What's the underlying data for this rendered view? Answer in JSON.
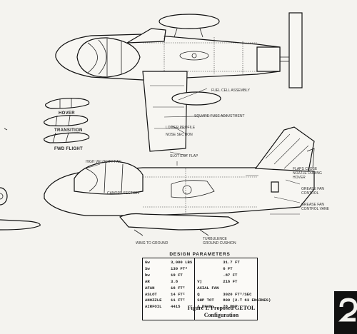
{
  "airfoil_sections": {
    "hover": "HOVER",
    "transition": "TRANSITION",
    "fwd_flight": "FWD FLIGHT"
  },
  "design_parameters": {
    "title": "DESIGN PARAMETERS",
    "left_column": [
      {
        "key": "Gw",
        "value": "3,000 LBS"
      },
      {
        "key": "Sw",
        "value": "130 FT²"
      },
      {
        "key": "bw",
        "value": "19 FT"
      },
      {
        "key": "AR",
        "value": "3.8"
      },
      {
        "key": "AFAN",
        "value": "16 FT²"
      },
      {
        "key": "ASLOT",
        "value": "14 FT²"
      },
      {
        "key": "ANOZZLE",
        "value": "11 FT²"
      },
      {
        "key": "AIRFOIL",
        "value": "4415"
      }
    ],
    "right_column": [
      {
        "key": "",
        "value": "31.7 FT"
      },
      {
        "key": "",
        "value": "6 FT"
      },
      {
        "key": "",
        "value": ".87 FT"
      },
      {
        "key": "Vj",
        "value": "216 FT"
      },
      {
        "key": "AXIAL FAN",
        "value": ""
      },
      {
        "key": "Q",
        "value": "3020 FT³/SEC"
      },
      {
        "key": "SHP TOT",
        "value": "800 (2-T 63 ENGINES)"
      },
      {
        "key": "Δ PFAN",
        "value": "78 PSF"
      }
    ]
  },
  "caption": {
    "line1": "Figure 1.  Proposed GETOL",
    "line2": "Configuration"
  }
}
